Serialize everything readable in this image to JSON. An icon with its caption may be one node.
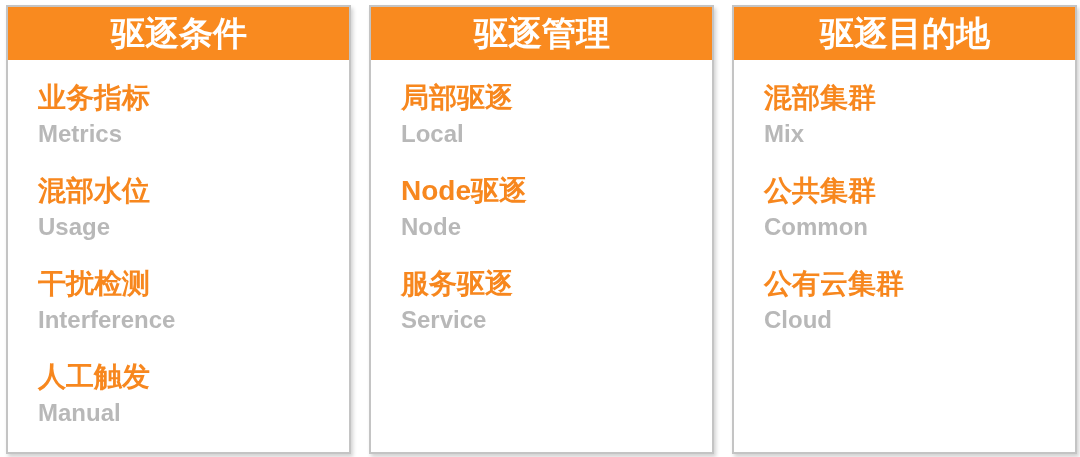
{
  "diagram": {
    "nodes": [
      {
        "text": [
          "驱逐条件",
          "业务指标",
          "Metrics",
          "混部水位",
          "Usage",
          "干扰检测",
          "Interference",
          "人工触发",
          "Manual"
        ]
      },
      {
        "text": [
          "驱逐管理",
          "局部驱逐",
          "Local",
          "Node驱逐",
          "Node",
          "服务驱逐",
          "Service"
        ]
      },
      {
        "text": [
          "驱逐目的地",
          "混部集群",
          "Mix",
          "公共集群",
          "Common",
          "公有云集群",
          "Cloud"
        ]
      }
    ]
  }
}
